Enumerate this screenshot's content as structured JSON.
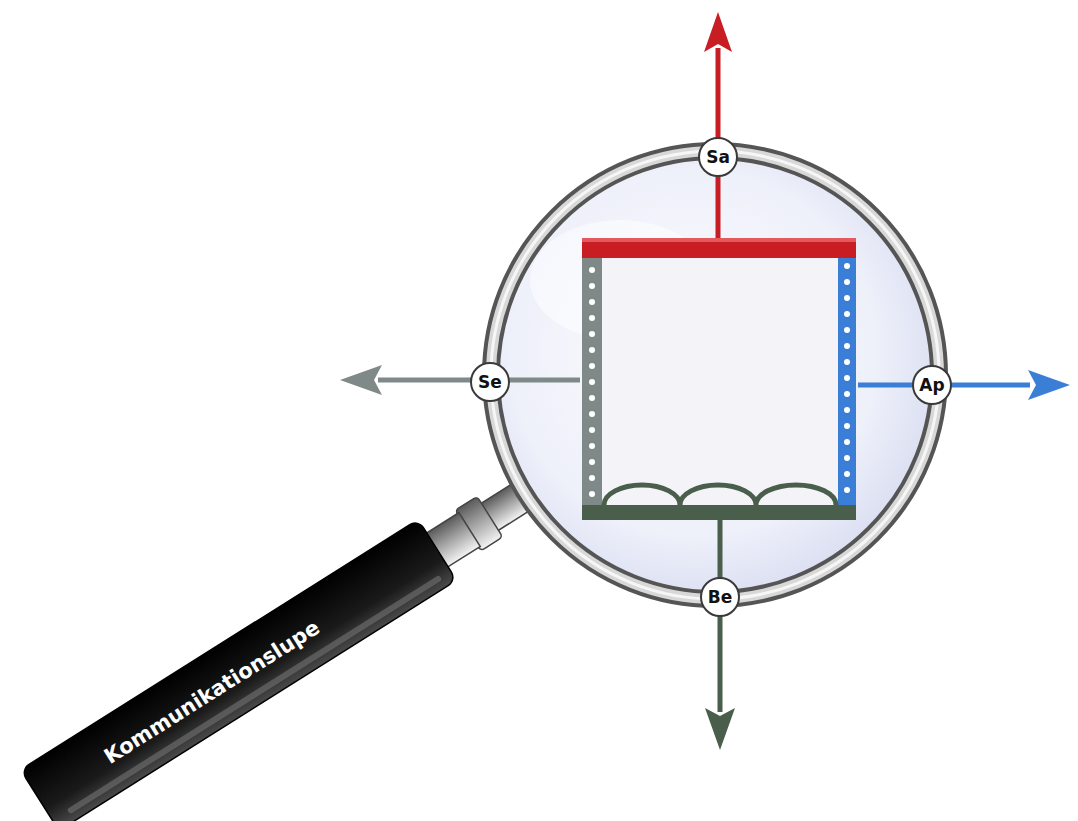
{
  "diagram": {
    "nodes": [
      {
        "text": [
          "Sa"
        ]
      },
      {
        "text": [
          "Se"
        ]
      },
      {
        "text": [
          "Ap"
        ]
      },
      {
        "text": [
          "Be"
        ]
      }
    ],
    "labels": [
      "Kommunikationslupe"
    ]
  }
}
